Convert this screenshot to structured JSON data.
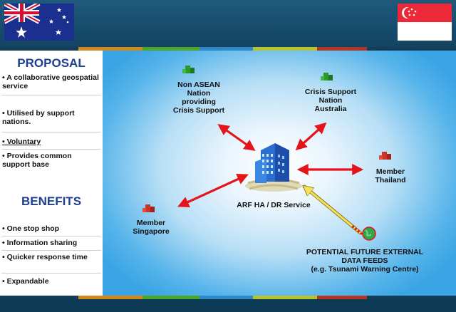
{
  "left_panel": {
    "proposal_title": "PROPOSAL",
    "proposal_items": [
      "• A collaborative geospatial service",
      "• Utilised by support nations.",
      "• Voluntary",
      "• Provides common support base"
    ],
    "benefits_title": "BENEFITS",
    "benefits_items": [
      "• One stop shop",
      "• Information sharing",
      "• Quicker response time",
      "• Expandable"
    ]
  },
  "diagram": {
    "center_label": "ARF HA / DR Service",
    "nodes": {
      "non_asean": "Non ASEAN\nNation\nproviding\nCrisis Support",
      "australia": "Crisis Support\nNation\nAustralia",
      "thailand": "Member\nThailand",
      "singapore": "Member\nSingapore",
      "future_feeds": "POTENTIAL FUTURE  EXTERNAL\nDATA FEEDS\n(e.g. Tsunami Warning Centre)"
    }
  },
  "colors": {
    "title_blue": "#1d3f91",
    "arrow_red": "#e5141b",
    "arrow_yellow": "#f2e35a",
    "building_green": "#2a9a2a",
    "building_red": "#c8362a"
  }
}
